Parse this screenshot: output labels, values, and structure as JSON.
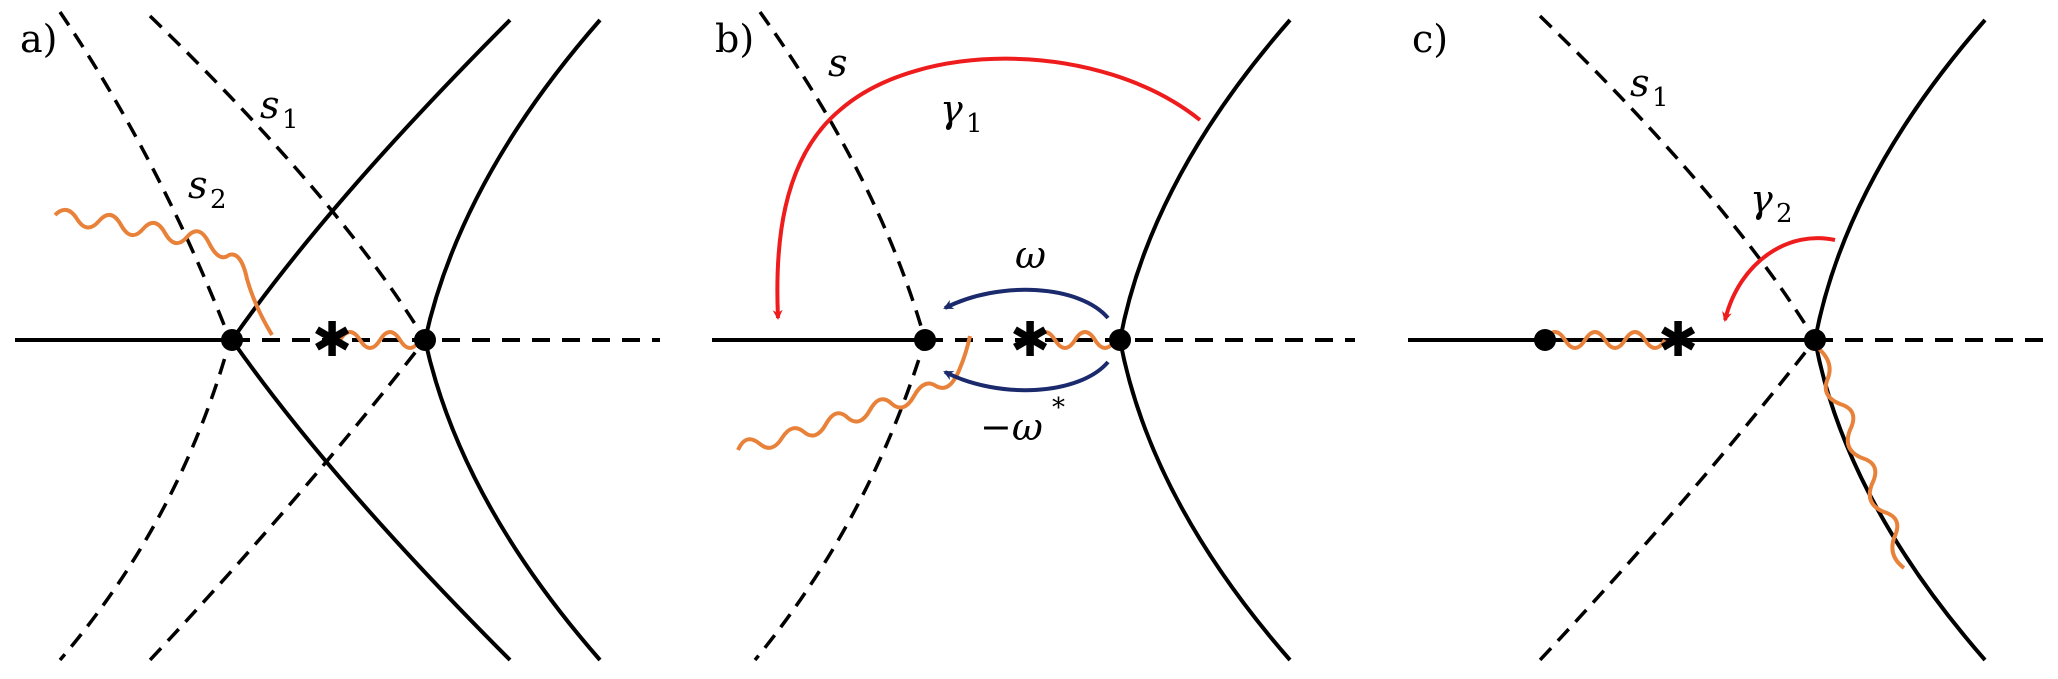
{
  "panels": {
    "a": {
      "label": "a)",
      "curve_labels": {
        "s1": {
          "base": "s",
          "sub": "1"
        },
        "s2": {
          "base": "s",
          "sub": "2"
        }
      }
    },
    "b": {
      "label": "b)",
      "curve_labels": {
        "s": {
          "base": "s"
        },
        "gamma1": {
          "base": "γ",
          "sub": "1"
        },
        "omega": {
          "base": "ω"
        },
        "neg_omega_star": {
          "base": "−ω",
          "sup": "*"
        }
      }
    },
    "c": {
      "label": "c)",
      "curve_labels": {
        "s1": {
          "base": "s",
          "sub": "1"
        },
        "gamma2": {
          "base": "γ",
          "sub": "2"
        }
      }
    }
  },
  "colors": {
    "line": "#000000",
    "branch_cut": "#e8823a",
    "contour_red": "#ee1c1c",
    "contour_blue": "#1a2a6c"
  }
}
